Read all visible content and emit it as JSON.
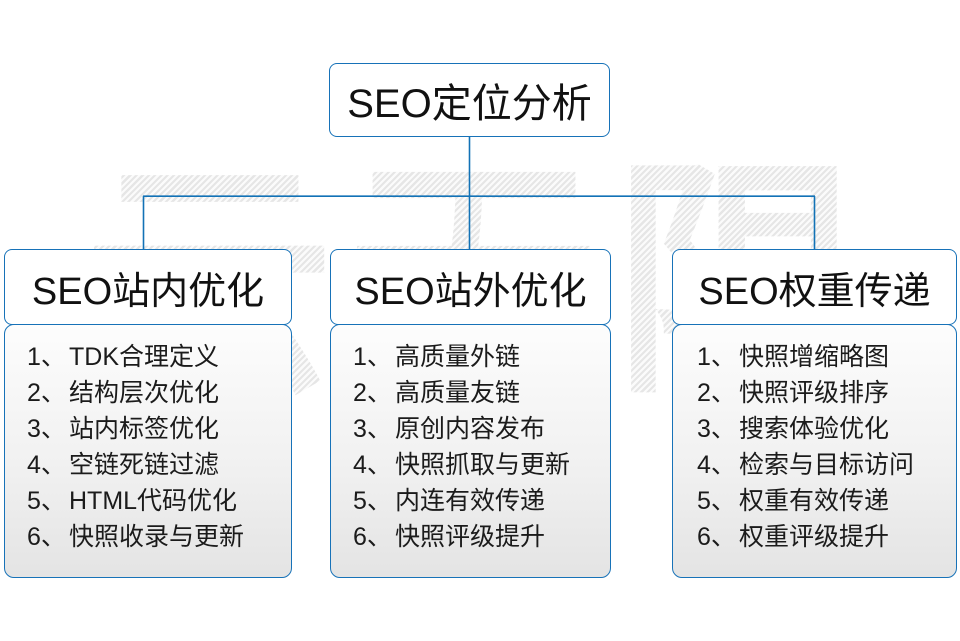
{
  "watermark": {
    "text": "云无限"
  },
  "diagram": {
    "type": "org-chart",
    "root": {
      "title": "SEO定位分析"
    },
    "columns": [
      {
        "title": "SEO站内优化",
        "items": [
          {
            "index": "1、",
            "text": "TDK合理定义"
          },
          {
            "index": "2、",
            "text": "结构层次优化"
          },
          {
            "index": "3、",
            "text": "站内标签优化"
          },
          {
            "index": "4、",
            "text": "空链死链过滤"
          },
          {
            "index": "5、",
            "text": "HTML代码优化"
          },
          {
            "index": "6、",
            "text": "快照收录与更新"
          }
        ]
      },
      {
        "title": "SEO站外优化",
        "items": [
          {
            "index": "1、",
            "text": "高质量外链"
          },
          {
            "index": "2、",
            "text": "高质量友链"
          },
          {
            "index": "3、",
            "text": "原创内容发布"
          },
          {
            "index": "4、",
            "text": "快照抓取与更新"
          },
          {
            "index": "5、",
            "text": "内连有效传递"
          },
          {
            "index": "6、",
            "text": "快照评级提升"
          }
        ]
      },
      {
        "title": "SEO权重传递",
        "items": [
          {
            "index": "1、",
            "text": "快照增缩略图"
          },
          {
            "index": "2、",
            "text": "快照评级排序"
          },
          {
            "index": "3、",
            "text": "搜索体验优化"
          },
          {
            "index": "4、",
            "text": "检索与目标访问"
          },
          {
            "index": "5、",
            "text": "权重有效传递"
          },
          {
            "index": "6、",
            "text": "权重评级提升"
          }
        ]
      }
    ]
  },
  "colors": {
    "border_blue": "#1772b8",
    "connector_blue": "#1272b6",
    "text_dark": "#111111",
    "panel_top": "#fdfdfd",
    "panel_bottom": "#e4e4e4",
    "watermark_gray": "#e6e6e6",
    "background": "#ffffff"
  }
}
